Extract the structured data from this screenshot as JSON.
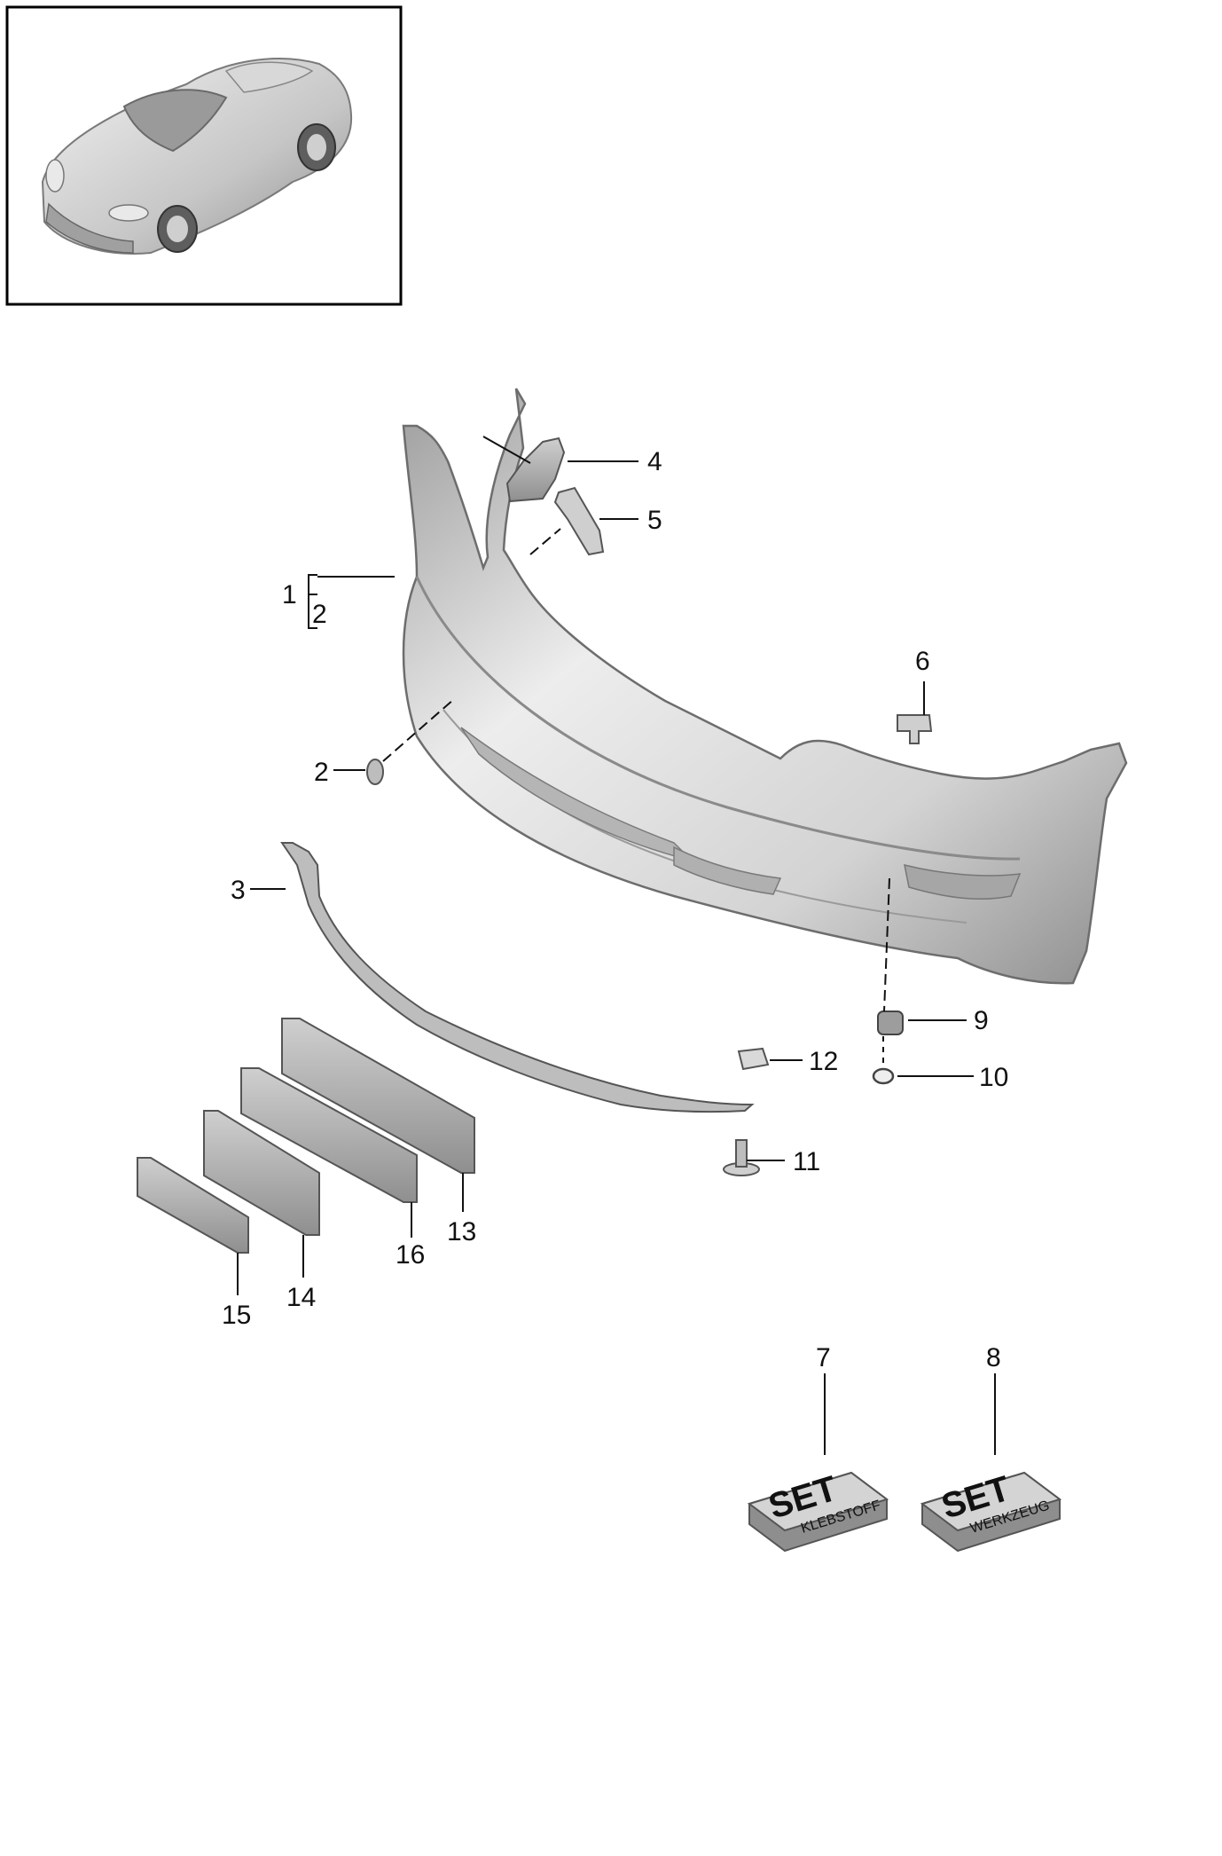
{
  "callouts": {
    "c1": "1",
    "c2a": "2",
    "c2b": "2",
    "c3": "3",
    "c4": "4",
    "c5": "5",
    "c6": "6",
    "c7": "7",
    "c8": "8",
    "c9": "9",
    "c10": "10",
    "c11": "11",
    "c12": "12",
    "c13": "13",
    "c14": "14",
    "c15": "15",
    "c16": "16"
  },
  "sets": {
    "set7": {
      "title": "SET",
      "label": "KLEBSTOFF"
    },
    "set8": {
      "title": "SET",
      "label": "WERKZEUG"
    }
  },
  "colors": {
    "line": "#111111",
    "part_light": "#e4e4e4",
    "part_mid": "#bdbdbd",
    "part_dark": "#8a8a8a",
    "frame": "#000000"
  }
}
